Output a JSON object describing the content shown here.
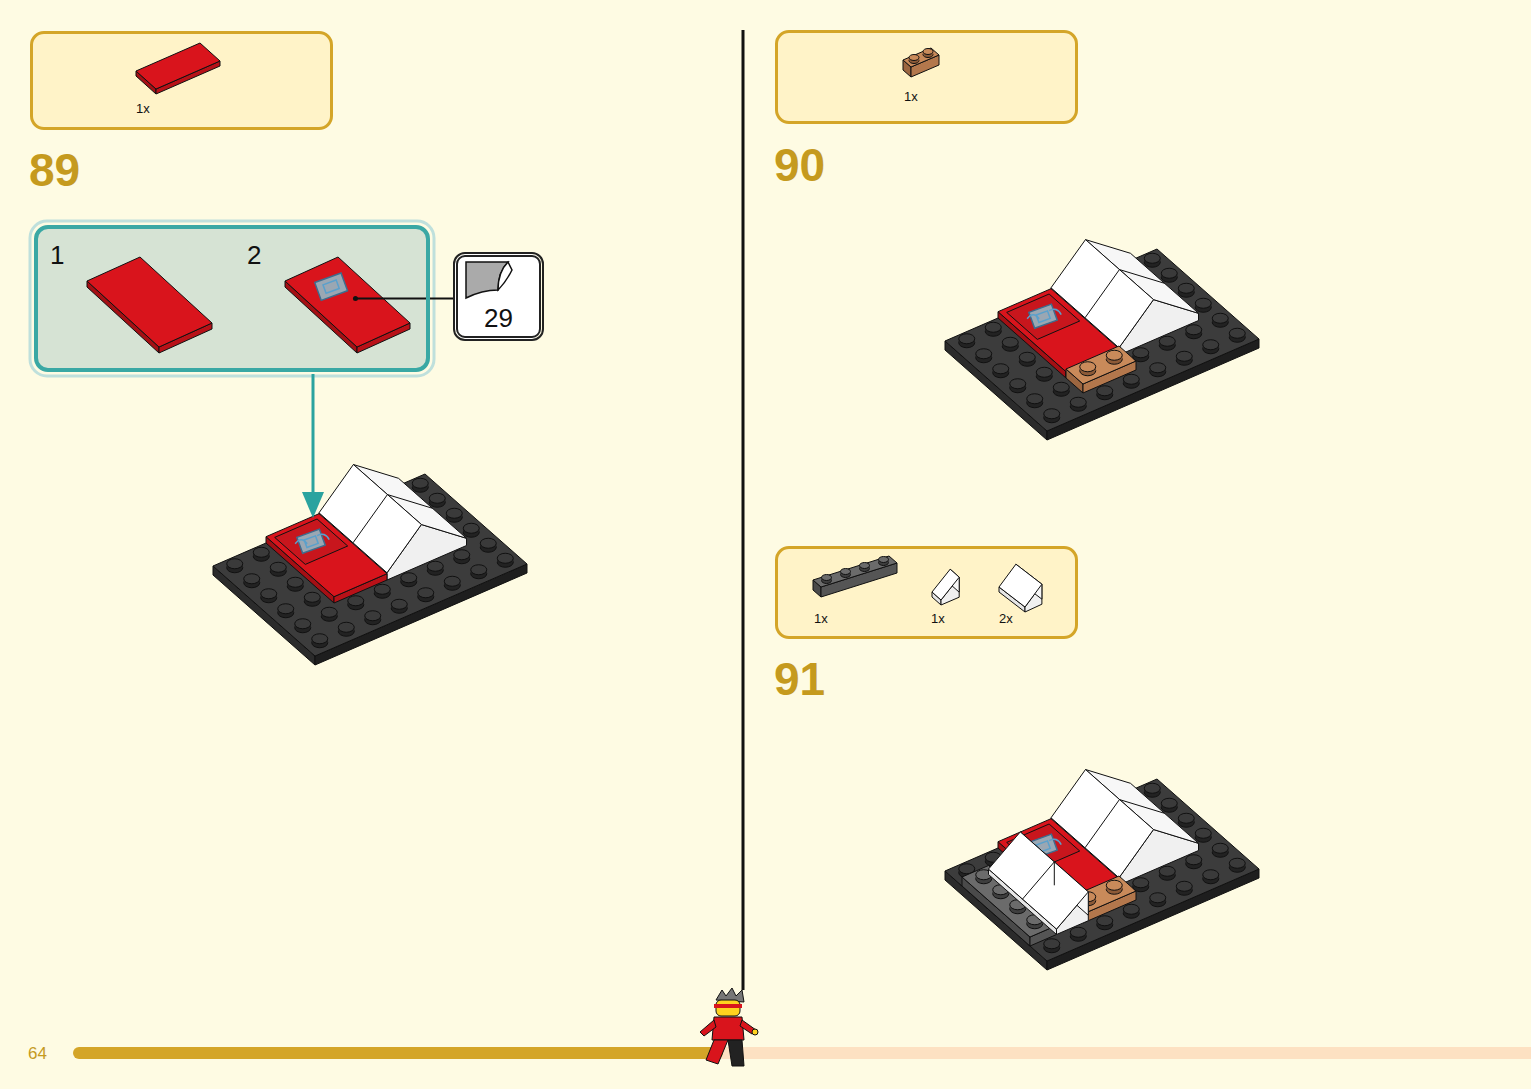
{
  "diagram": {
    "nodes": [
      {
        "text": [
          "1x"
        ]
      },
      {
        "text": [
          "1",
          "2"
        ]
      },
      {
        "text": [
          "29"
        ]
      },
      {
        "text": [
          "1x"
        ]
      },
      {
        "text": [
          "1x",
          "1x",
          "2x"
        ]
      }
    ],
    "labels": [
      "89",
      "90",
      "91",
      "64"
    ]
  }
}
